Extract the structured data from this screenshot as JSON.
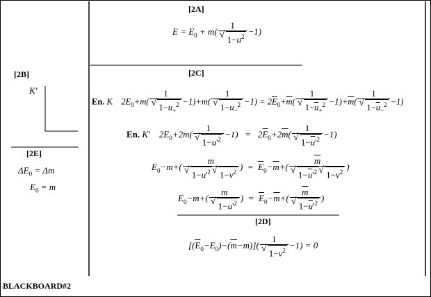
{
  "labels": {
    "a": "[2A]",
    "b": "[2B]",
    "c": "[2C]",
    "d": "[2D]",
    "e": "[2E]",
    "footer": "BLACKBOARD#2"
  },
  "frame_label": "K'",
  "eq_2a": "E = E0 + m(1/√(1−u²) − 1)",
  "eq_2e": [
    "ΔE0 = Δm",
    "E0 = m"
  ],
  "eq_2c": {
    "row1_prefix": "En. K",
    "row1": "2E0 + m(1/√(1−u+²) − 1) + m(1/√(1−u−²) − 1) = 2Ē0 + m̄(1/√(1−ū+²) − 1) + m̄(1/√(1−ū−²) − 1)",
    "row2_prefix": "En. K'",
    "row2": "2E0 + 2m(1/√(1−u'²) − 1) = 2Ē0 + 2m̄(1/√(1−ū'²) − 1)",
    "row3": "E0 − m + (m/(√(1−u'²)√(1−v²))) = Ē0 − m̄ + (m̄/(√(1−ū'²)√(1−v²)))",
    "row4": "E0 − m + (m/√(1−u'²)) = Ē0 − m̄ + (m̄/√(1−ū'²))"
  },
  "eq_2d": "[(Ē0 − E0) − (m̄ − m)](1/√(1−v²) − 1) = 0"
}
